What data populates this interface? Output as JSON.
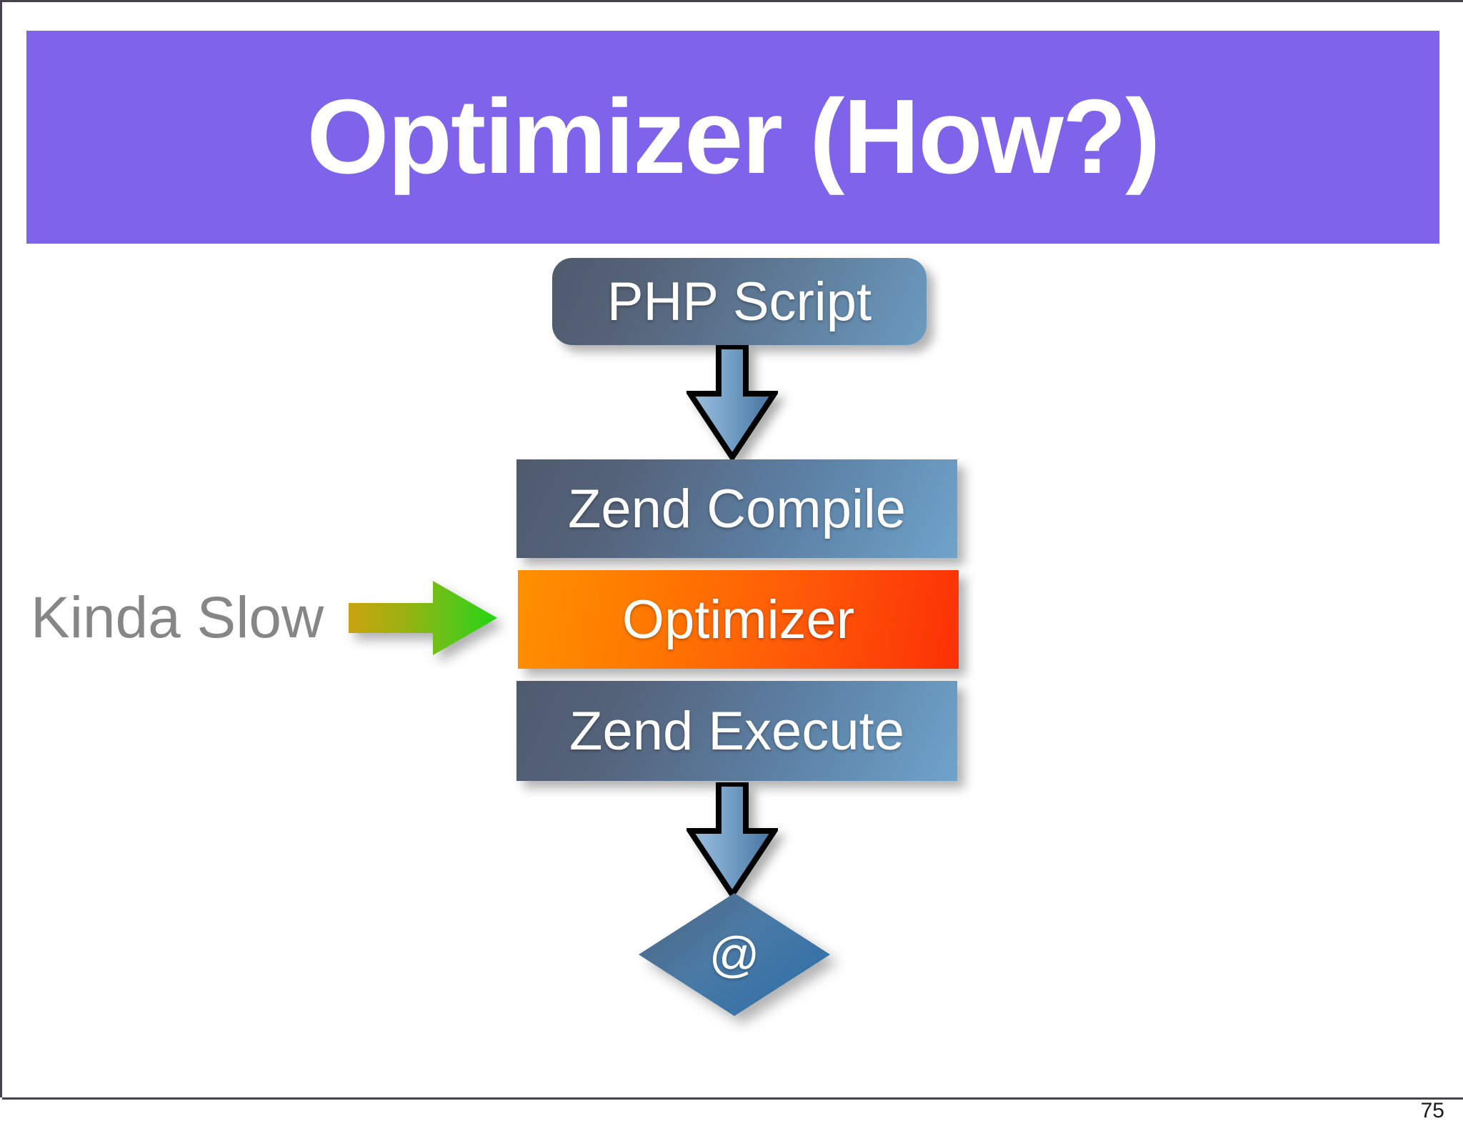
{
  "slide": {
    "title": "Optimizer (How?)",
    "page_number": "75",
    "banner_color": "#7f63ea",
    "background_color": "#ffffff"
  },
  "diagram": {
    "nodes": [
      {
        "id": "php-script",
        "label": "PHP Script",
        "shape": "rounded-rect",
        "fill_from": "#4e5a6e",
        "fill_to": "#6b9ac0",
        "text_color": "#ffffff"
      },
      {
        "id": "zend-compile",
        "label": "Zend Compile",
        "shape": "rect",
        "fill_from": "#4f5a6d",
        "fill_to": "#6fa3cb",
        "text_color": "#ffffff"
      },
      {
        "id": "optimizer",
        "label": "Optimizer",
        "shape": "rect",
        "fill_from": "#ff9000",
        "fill_to": "#fb3105",
        "text_color": "#ffffff"
      },
      {
        "id": "zend-execute",
        "label": "Zend Execute",
        "shape": "rect",
        "fill_from": "#4f5a6d",
        "fill_to": "#6fa3cb",
        "text_color": "#ffffff"
      },
      {
        "id": "at-output",
        "label": "@",
        "shape": "diamond",
        "fill_from": "#4a6384",
        "fill_to": "#2f6fa8",
        "text_color": "#ffffff"
      }
    ],
    "connectors": [
      {
        "id": "php-to-compile",
        "direction": "down",
        "style": "block-arrow",
        "fill_from": "#8fb3d4",
        "fill_to": "#4a7ba8",
        "stroke": "#000000"
      },
      {
        "id": "execute-to-at",
        "direction": "down",
        "style": "block-arrow",
        "fill_from": "#8fb3d4",
        "fill_to": "#4a7ba8",
        "stroke": "#000000"
      }
    ],
    "annotations": [
      {
        "id": "kinda-slow",
        "label": "Kinda Slow",
        "text_color": "#868686",
        "arrow": {
          "direction": "right",
          "fill_from": "#c9a310",
          "fill_to": "#2fd213",
          "points_to": "optimizer"
        }
      }
    ]
  }
}
